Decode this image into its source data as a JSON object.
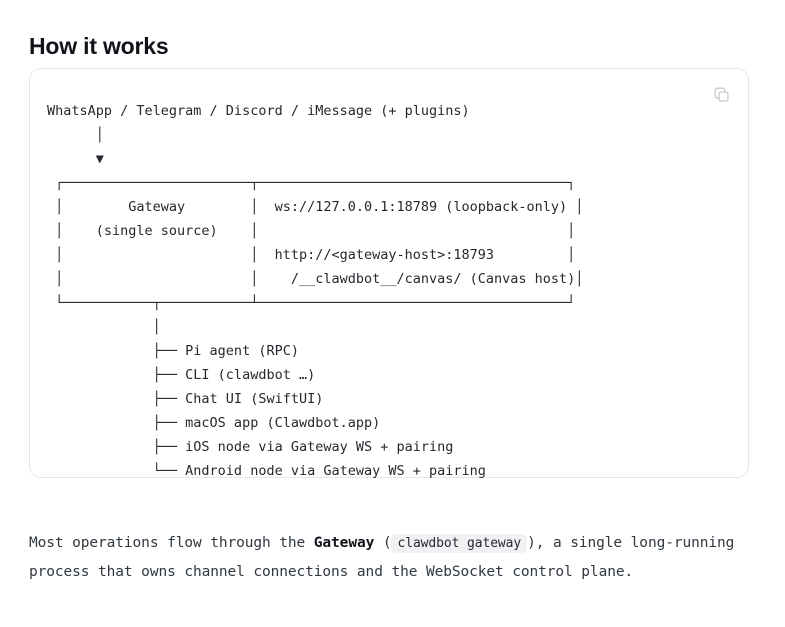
{
  "heading": "How it works",
  "code_block": {
    "copy_icon": "copy-icon",
    "ascii_diagram": "WhatsApp / Telegram / Discord / iMessage (+ plugins)\n      │\n      ▼\n ┌───────────────────────┬──────────────────────────────────────┐\n │        Gateway        │  ws://127.0.0.1:18789 (loopback-only) │\n │    (single source)    │                                      │\n │                       │  http://<gateway-host>:18793         │\n │                       │    /__clawdbot__/canvas/ (Canvas host)│\n └───────────┬───────────┴──────────────────────────────────────┘\n             │\n             ├── Pi agent (RPC)\n             ├── CLI (clawdbot …)\n             ├── Chat UI (SwiftUI)\n             ├── macOS app (Clawdbot.app)\n             ├── iOS node via Gateway WS + pairing\n             └── Android node via Gateway WS + pairing",
    "lines": [
      "WhatsApp / Telegram / Discord / iMessage (+ plugins)",
      "      │",
      "      ▼",
      " ┌───────────────────────┬──────────────────────────────────────┐",
      " │        Gateway        │  ws://127.0.0.1:18789 (loopback-only) │",
      " │    (single source)    │                                      │",
      " │                       │  http://<gateway-host>:18793         │",
      " │                       │    /__clawdbot__/canvas/ (Canvas host)│",
      " └───────────┬───────────┴──────────────────────────────────────┘",
      "             │",
      "             ├── Pi agent (RPC)",
      "             ├── CLI (clawdbot …)",
      "             ├── Chat UI (SwiftUI)",
      "             ├── macOS app (Clawdbot.app)",
      "             ├── iOS node via Gateway WS + pairing",
      "             └── Android node via Gateway WS + pairing"
    ],
    "sources_line": "WhatsApp / Telegram / Discord / iMessage (+ plugins)",
    "box": {
      "title": "Gateway",
      "subtitle": "(single source)",
      "endpoints": [
        "ws://127.0.0.1:18789 (loopback-only)",
        "http://<gateway-host>:18793",
        "  /__clawdbot__/canvas/ (Canvas host)"
      ]
    },
    "clients": [
      "Pi agent (RPC)",
      "CLI (clawdbot …)",
      "Chat UI (SwiftUI)",
      "macOS app (Clawdbot.app)",
      "iOS node via Gateway WS + pairing",
      "Android node via Gateway WS + pairing"
    ]
  },
  "body_text": {
    "part1": "Most operations flow through the ",
    "bold": "Gateway",
    "paren_open": " (",
    "code": "clawdbot gateway",
    "paren_close": "), a single long-running process that owns channel connections and the WebSocket control plane."
  },
  "colors": {
    "text": "#24292f",
    "heading": "#10141a",
    "card_border": "#e7e7e9",
    "inline_code_bg": "#f1f1f3"
  }
}
